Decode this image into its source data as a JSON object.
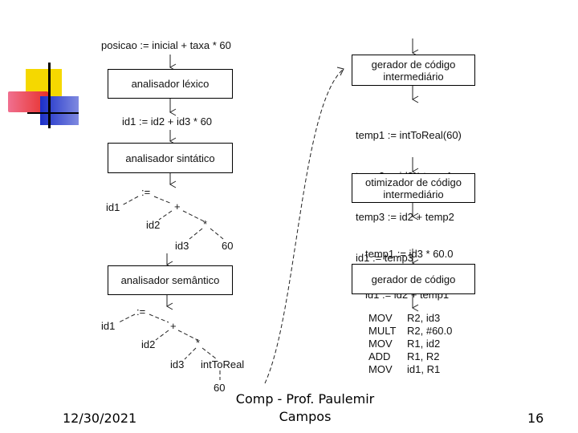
{
  "left_column": {
    "input_expr": "posicao := inicial + taxa * 60",
    "lexer_label": "analisador léxico",
    "tokens": "id1 := id2 + id3 * 60",
    "parser_label": "analisador sintático",
    "tree1": {
      "assign": ":=",
      "id1": "id1",
      "plus": "+",
      "id2": "id2",
      "times": "*",
      "id3": "id3",
      "num": "60"
    },
    "semantic_label": "analisador semântico",
    "tree2": {
      "assign": ":=",
      "id1": "id1",
      "plus": "+",
      "id2": "id2",
      "times": "*",
      "id3": "id3",
      "conv": "intToReal",
      "num": "60"
    }
  },
  "right_column": {
    "icg_label": "gerador de código intermediário",
    "icg_code": [
      "temp1 := intToReal(60)",
      "temp2 := id3 * temp1",
      "temp3 := id2 + temp2",
      "id1 := temp3"
    ],
    "opt_label": "otimizador de código intermediário",
    "opt_code": [
      "temp1 := id3 * 60.0",
      "id1 := id2 + temp1"
    ],
    "cg_label": "gerador de código",
    "asm": [
      {
        "op": "MOV",
        "args": "R2, id3"
      },
      {
        "op": "MULT",
        "args": "R2, #60.0"
      },
      {
        "op": "MOV",
        "args": "R1, id2"
      },
      {
        "op": "ADD",
        "args": "R1, R2"
      },
      {
        "op": "MOV",
        "args": "id1, R1"
      }
    ]
  },
  "footer": {
    "date": "12/30/2021",
    "title": "Comp - Prof. Paulemir Campos",
    "page": "16"
  },
  "colors": {
    "yellow": "#f5d800",
    "red": "#e8302a",
    "blue": "#1a2ec8",
    "pink": "#f4a0b8"
  }
}
